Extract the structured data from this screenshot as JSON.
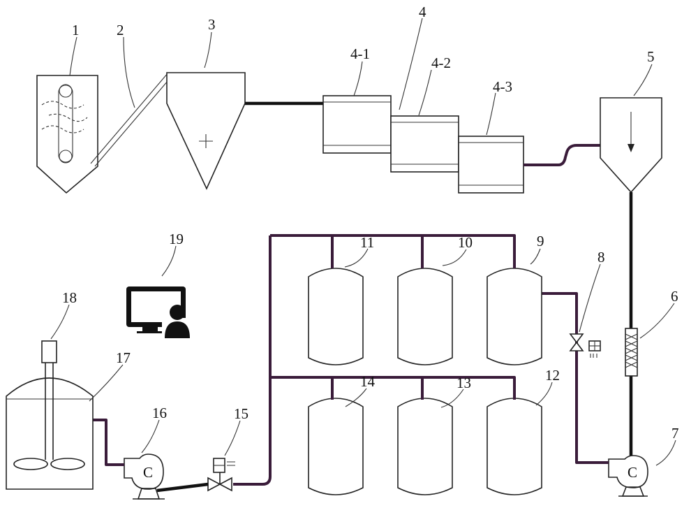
{
  "labels": {
    "l1": "1",
    "l2": "2",
    "l3": "3",
    "l4": "4",
    "l4_1": "4-1",
    "l4_2": "4-2",
    "l4_3": "4-3",
    "l5": "5",
    "l6": "6",
    "l7": "7",
    "l8": "8",
    "l9": "9",
    "l10": "10",
    "l11": "11",
    "l12": "12",
    "l13": "13",
    "l14": "14",
    "l15": "15",
    "l16": "16",
    "l17": "17",
    "l18": "18",
    "l19": "19"
  },
  "icons": {
    "pump_glyph": "C",
    "cyclone_mark": "+"
  }
}
